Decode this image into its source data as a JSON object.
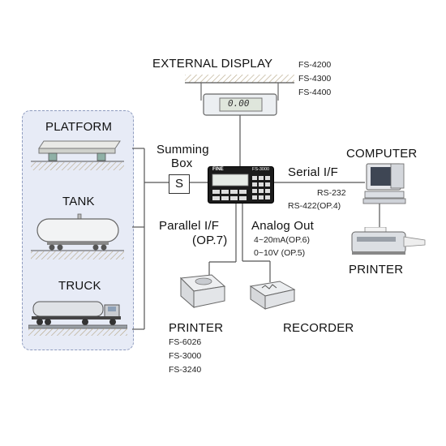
{
  "external_display": {
    "title": "EXTERNAL DISPLAY",
    "models": [
      "FS-4200",
      "FS-4300",
      "FS-4400"
    ],
    "readout": "0.00"
  },
  "sensors": {
    "platform": "PLATFORM",
    "tank": "TANK",
    "truck": "TRUCK"
  },
  "summing_box": {
    "label_line1": "Summing",
    "label_line2": "Box",
    "symbol": "S"
  },
  "indicator": {
    "brand": "FINE",
    "model": "FS-3000"
  },
  "computer": {
    "title": "COMPUTER",
    "interface_title": "Serial I/F",
    "rs232": "RS-232",
    "rs422": "RS-422(OP.4)"
  },
  "printer_top": {
    "title": "PRINTER"
  },
  "parallel": {
    "line1": "Parallel I/F",
    "line2": "(OP.7)"
  },
  "analog": {
    "title": "Analog Out",
    "current": "4~20mA(OP.6)",
    "voltage": "0~10V (OP.5)"
  },
  "printer_bottom": {
    "title": "PRINTER",
    "models": [
      "FS-6026",
      "FS-3000",
      "FS-3240"
    ]
  },
  "recorder": {
    "title": "RECORDER"
  }
}
